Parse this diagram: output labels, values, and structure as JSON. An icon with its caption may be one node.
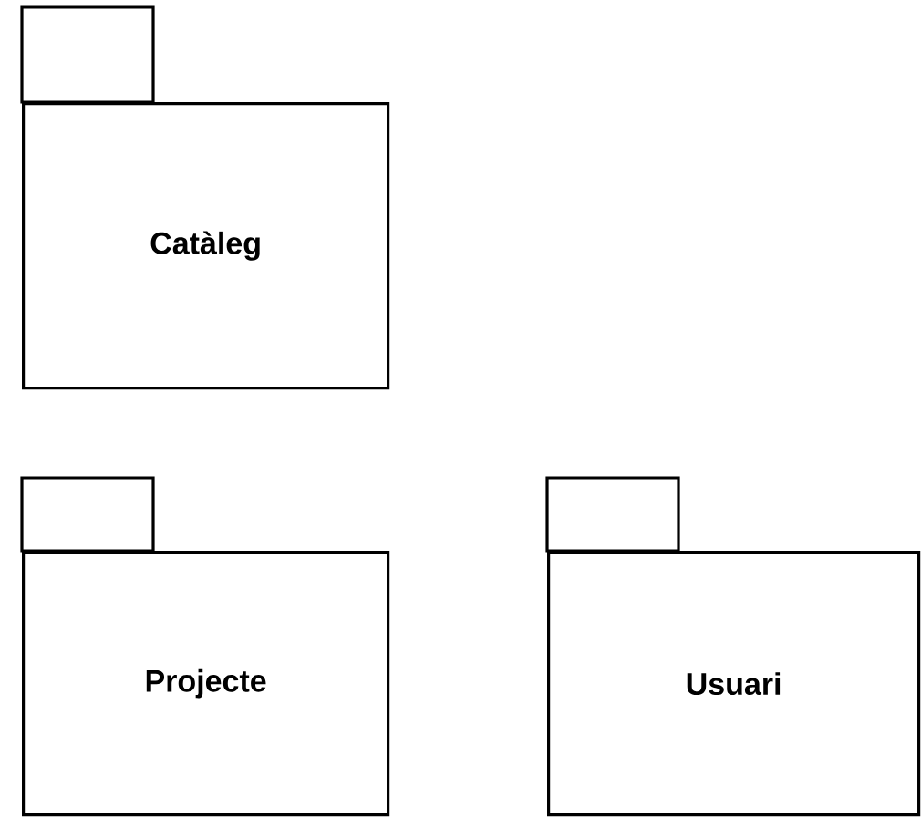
{
  "diagram": {
    "nodes": [
      {
        "text": [
          "Catàleg"
        ]
      },
      {
        "text": [
          "Projecte"
        ]
      },
      {
        "text": [
          "Usuari"
        ]
      }
    ]
  }
}
